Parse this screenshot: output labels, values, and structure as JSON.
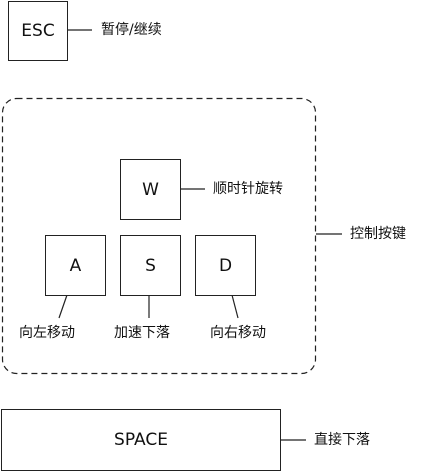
{
  "keys": {
    "esc": "ESC",
    "w": "W",
    "a": "A",
    "s": "S",
    "d": "D",
    "space": "SPACE"
  },
  "labels": {
    "esc": "暂停/继续",
    "w": "顺时针旋转",
    "a": "向左移动",
    "s": "加速下落",
    "d": "向右移动",
    "group": "控制按键",
    "space": "直接下落"
  }
}
